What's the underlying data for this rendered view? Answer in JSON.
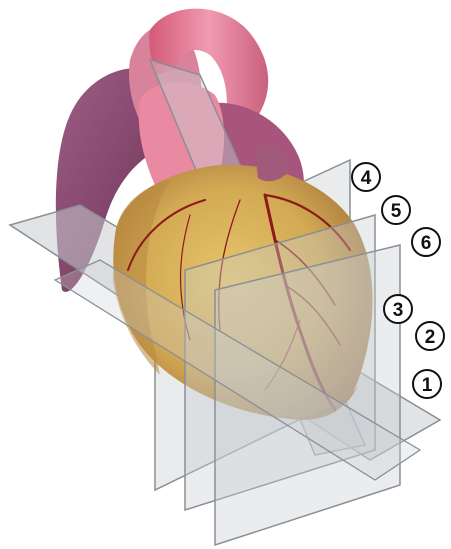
{
  "diagram": {
    "subject": "heart-with-imaging-planes",
    "colors": {
      "background": "#ffffff",
      "plane_fill": "#c9ccd0",
      "plane_edge": "#8a8f96",
      "vessel_pink": "#e77a93",
      "vessel_purple": "#8a4a6e",
      "heart_gold": "#d7b158",
      "heart_dark_gold": "#a57a34",
      "coronary_red": "#8b1a1a"
    },
    "plane_labels": [
      "4",
      "5",
      "6",
      "3",
      "2",
      "1"
    ]
  }
}
